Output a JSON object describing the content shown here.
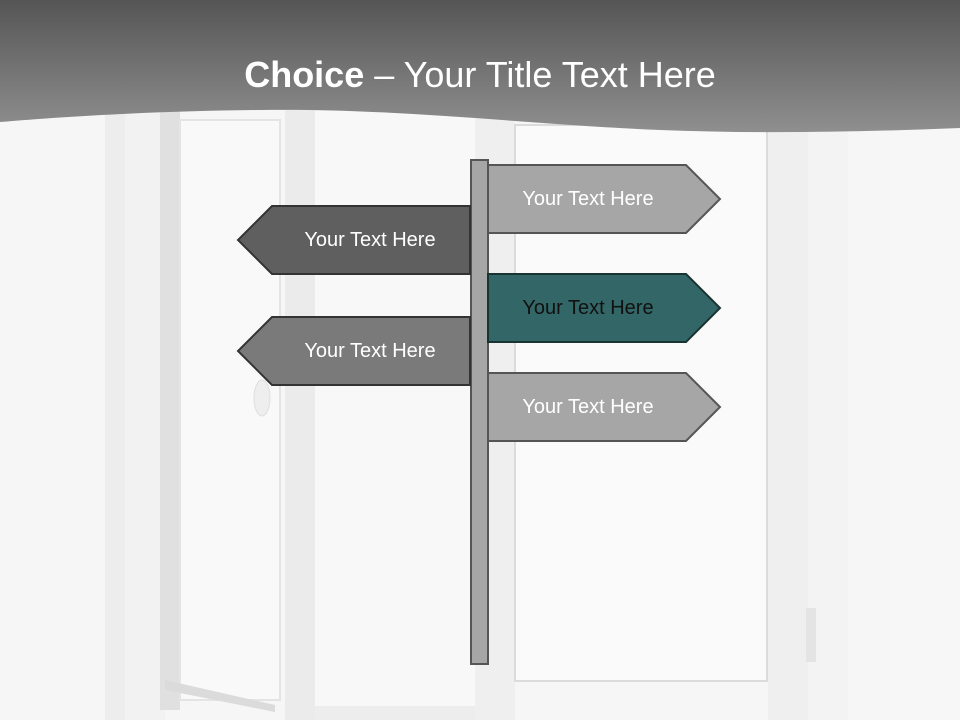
{
  "slide": {
    "title_bold": "Choice",
    "title_rest": " – Your Title Text Here"
  },
  "signs": [
    {
      "label": "Your Text Here",
      "direction": "right",
      "fill": "#a6a6a6",
      "text_color": "#ffffff"
    },
    {
      "label": "Your Text Here",
      "direction": "left",
      "fill": "#5f5f5f",
      "text_color": "#ffffff"
    },
    {
      "label": "Your Text Here",
      "direction": "right",
      "fill": "#336666",
      "text_color": "#111111"
    },
    {
      "label": "Your Text Here",
      "direction": "left",
      "fill": "#7a7a7a",
      "text_color": "#ffffff"
    },
    {
      "label": "Your Text Here",
      "direction": "right",
      "fill": "#a6a6a6",
      "text_color": "#ffffff"
    }
  ],
  "colors": {
    "header_dark": "#5a5a5a",
    "header_light": "#8c8c8c",
    "post": "#a6a6a6",
    "background": "#f7f7f7"
  }
}
